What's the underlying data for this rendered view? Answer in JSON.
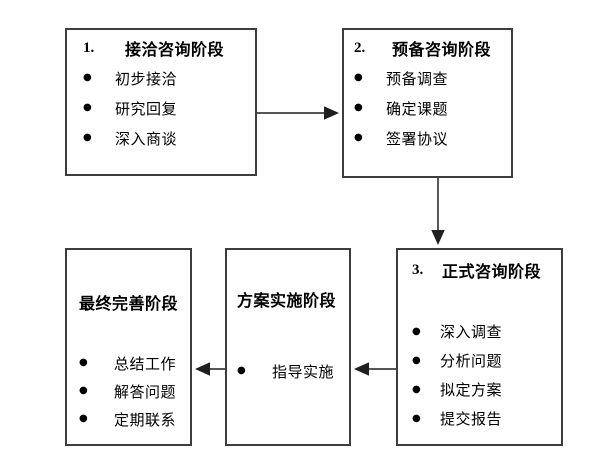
{
  "diagram": {
    "bullet_glyph": "●",
    "colors": {
      "border": "#3d3d3d",
      "arrow": "#1f1f1f",
      "text": "#000000",
      "background": "#ffffff"
    },
    "boxes": [
      {
        "number": "1.",
        "title": "接洽咨询阶段",
        "items": [
          "初步接洽",
          "研究回复",
          "深入商谈"
        ]
      },
      {
        "number": "2.",
        "title": "预备咨询阶段",
        "items": [
          "预备调查",
          "确定课题",
          "签署协议"
        ]
      },
      {
        "number": "3.",
        "title": "正式咨询阶段",
        "items": [
          "深入调查",
          "分析问题",
          "拟定方案",
          "提交报告"
        ]
      },
      {
        "title": "方案实施阶段",
        "items": [
          "指导实施"
        ]
      },
      {
        "title": "最终完善阶段",
        "items": [
          "总结工作",
          "解答问题",
          "定期联系"
        ]
      }
    ]
  }
}
